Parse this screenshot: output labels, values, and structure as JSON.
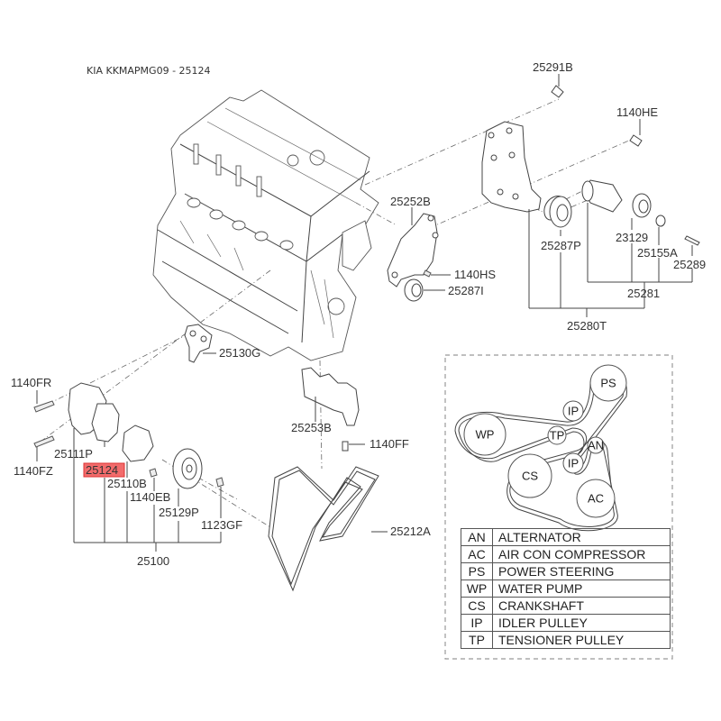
{
  "title": "KIA KKMAPMG09 - 25124",
  "highlight_color": "#f26b6b",
  "parts": {
    "p25291B": "25291B",
    "p1140HE": "1140HE",
    "p25252B": "25252B",
    "p1140HS": "1140HS",
    "p25287I": "25287I",
    "p25287P": "25287P",
    "p23129": "23129",
    "p25155A": "25155A",
    "p25289": "25289",
    "p25281": "25281",
    "p25280T": "25280T",
    "p25130G": "25130G",
    "p1140FR": "1140FR",
    "p25111P": "25111P",
    "p1140FZ": "1140FZ",
    "p25124": "25124",
    "p25110B": "25110B",
    "p1140EB": "1140EB",
    "p25129P": "25129P",
    "p1123GF": "1123GF",
    "p25100": "25100",
    "p25253B": "25253B",
    "p1140FF": "1140FF",
    "p25212A": "25212A"
  },
  "belt_routing": {
    "pulleys": [
      "PS",
      "IP",
      "WP",
      "TP",
      "AN",
      "IP",
      "CS",
      "AC"
    ]
  },
  "legend": [
    {
      "code": "AN",
      "desc": "ALTERNATOR"
    },
    {
      "code": "AC",
      "desc": "AIR CON COMPRESSOR"
    },
    {
      "code": "PS",
      "desc": "POWER STEERING"
    },
    {
      "code": "WP",
      "desc": "WATER PUMP"
    },
    {
      "code": "CS",
      "desc": "CRANKSHAFT"
    },
    {
      "code": "IP",
      "desc": "IDLER PULLEY"
    },
    {
      "code": "TP",
      "desc": "TENSIONER PULLEY"
    }
  ]
}
